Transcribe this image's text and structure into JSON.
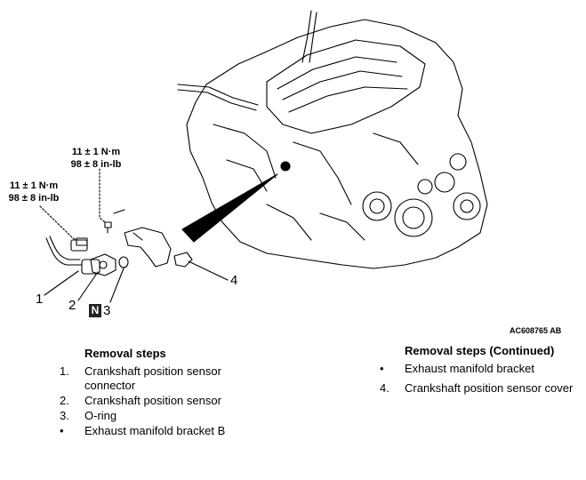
{
  "torque_specs": [
    {
      "nm": "11 ± 1 N·m",
      "inlb": "98 ± 8 in-lb"
    },
    {
      "nm": "11 ± 1 N·m",
      "inlb": "98 ± 8 in-lb"
    }
  ],
  "callouts": {
    "c1": "1",
    "c2": "2",
    "c3": "3",
    "c3_mark": "N",
    "c4": "4"
  },
  "figure_ref": "AC608765 AB",
  "steps_left": {
    "title": "Removal steps",
    "items": [
      {
        "marker": "1.",
        "text": "Crankshaft position sensor connector"
      },
      {
        "marker": "2.",
        "text": "Crankshaft position sensor"
      },
      {
        "marker": "3.",
        "text": "O-ring"
      },
      {
        "marker": "•",
        "text": "Exhaust manifold bracket B"
      }
    ]
  },
  "steps_right": {
    "title": "Removal steps (Continued)",
    "items": [
      {
        "marker": "•",
        "text": "Exhaust manifold bracket"
      },
      {
        "marker": "4.",
        "text": "Crankshaft position sensor cover"
      }
    ]
  }
}
